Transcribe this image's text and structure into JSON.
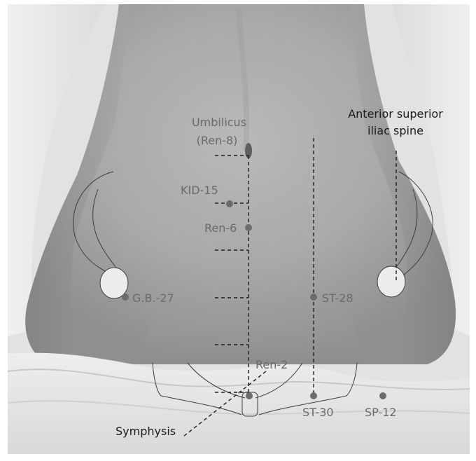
{
  "labels": {
    "umbilicus_line1": "Umbilicus",
    "umbilicus_line2": "(Ren-8)",
    "kid15": "KID-15",
    "ren6": "Ren-6",
    "gb27": "G.B.-27",
    "st28": "ST-28",
    "ren2": "Ren-2",
    "st30": "ST-30",
    "sp12": "SP-12",
    "symphysis": "Symphysis",
    "asis_line1": "Anterior superior",
    "asis_line2": "iliac spine"
  },
  "colors": {
    "label_gray": "#6a6a6a",
    "label_dark": "#1a1a1a",
    "point_gray": "#6c6c6c"
  }
}
